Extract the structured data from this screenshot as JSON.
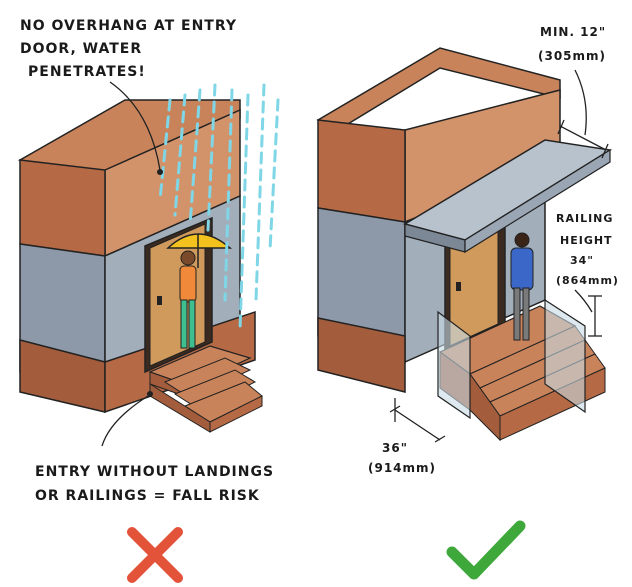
{
  "left_panel": {
    "note_top": [
      "NO OVERHANG AT ENTRY",
      "DOOR, WATER",
      "PENETRATES!"
    ],
    "note_bottom": [
      "ENTRY WITHOUT LANDINGS",
      "OR RAILINGS = FALL RISK"
    ],
    "verdict_icon": "cross-mark-icon",
    "verdict_color": "#e2533a"
  },
  "right_panel": {
    "overhang_label": [
      "MIN. 12\"",
      "(305mm)"
    ],
    "railing_label": [
      "RAILING",
      "HEIGHT",
      "34\"",
      "(864mm)"
    ],
    "landing_label": [
      "36\"",
      "(914mm)"
    ],
    "verdict_icon": "check-mark-icon",
    "verdict_color": "#3ea83a"
  },
  "colors": {
    "brick_top": "#c9835a",
    "brick_side": "#b56a45",
    "brick_dark": "#9a5535",
    "wall_front": "#9aa6b4",
    "wall_side": "#7d8896",
    "door": "#d09a5c",
    "rain": "#7fd6e6",
    "umbrella": "#f3c21e",
    "glass": "#c6dbe4",
    "canopy": "#9aa6b4"
  }
}
